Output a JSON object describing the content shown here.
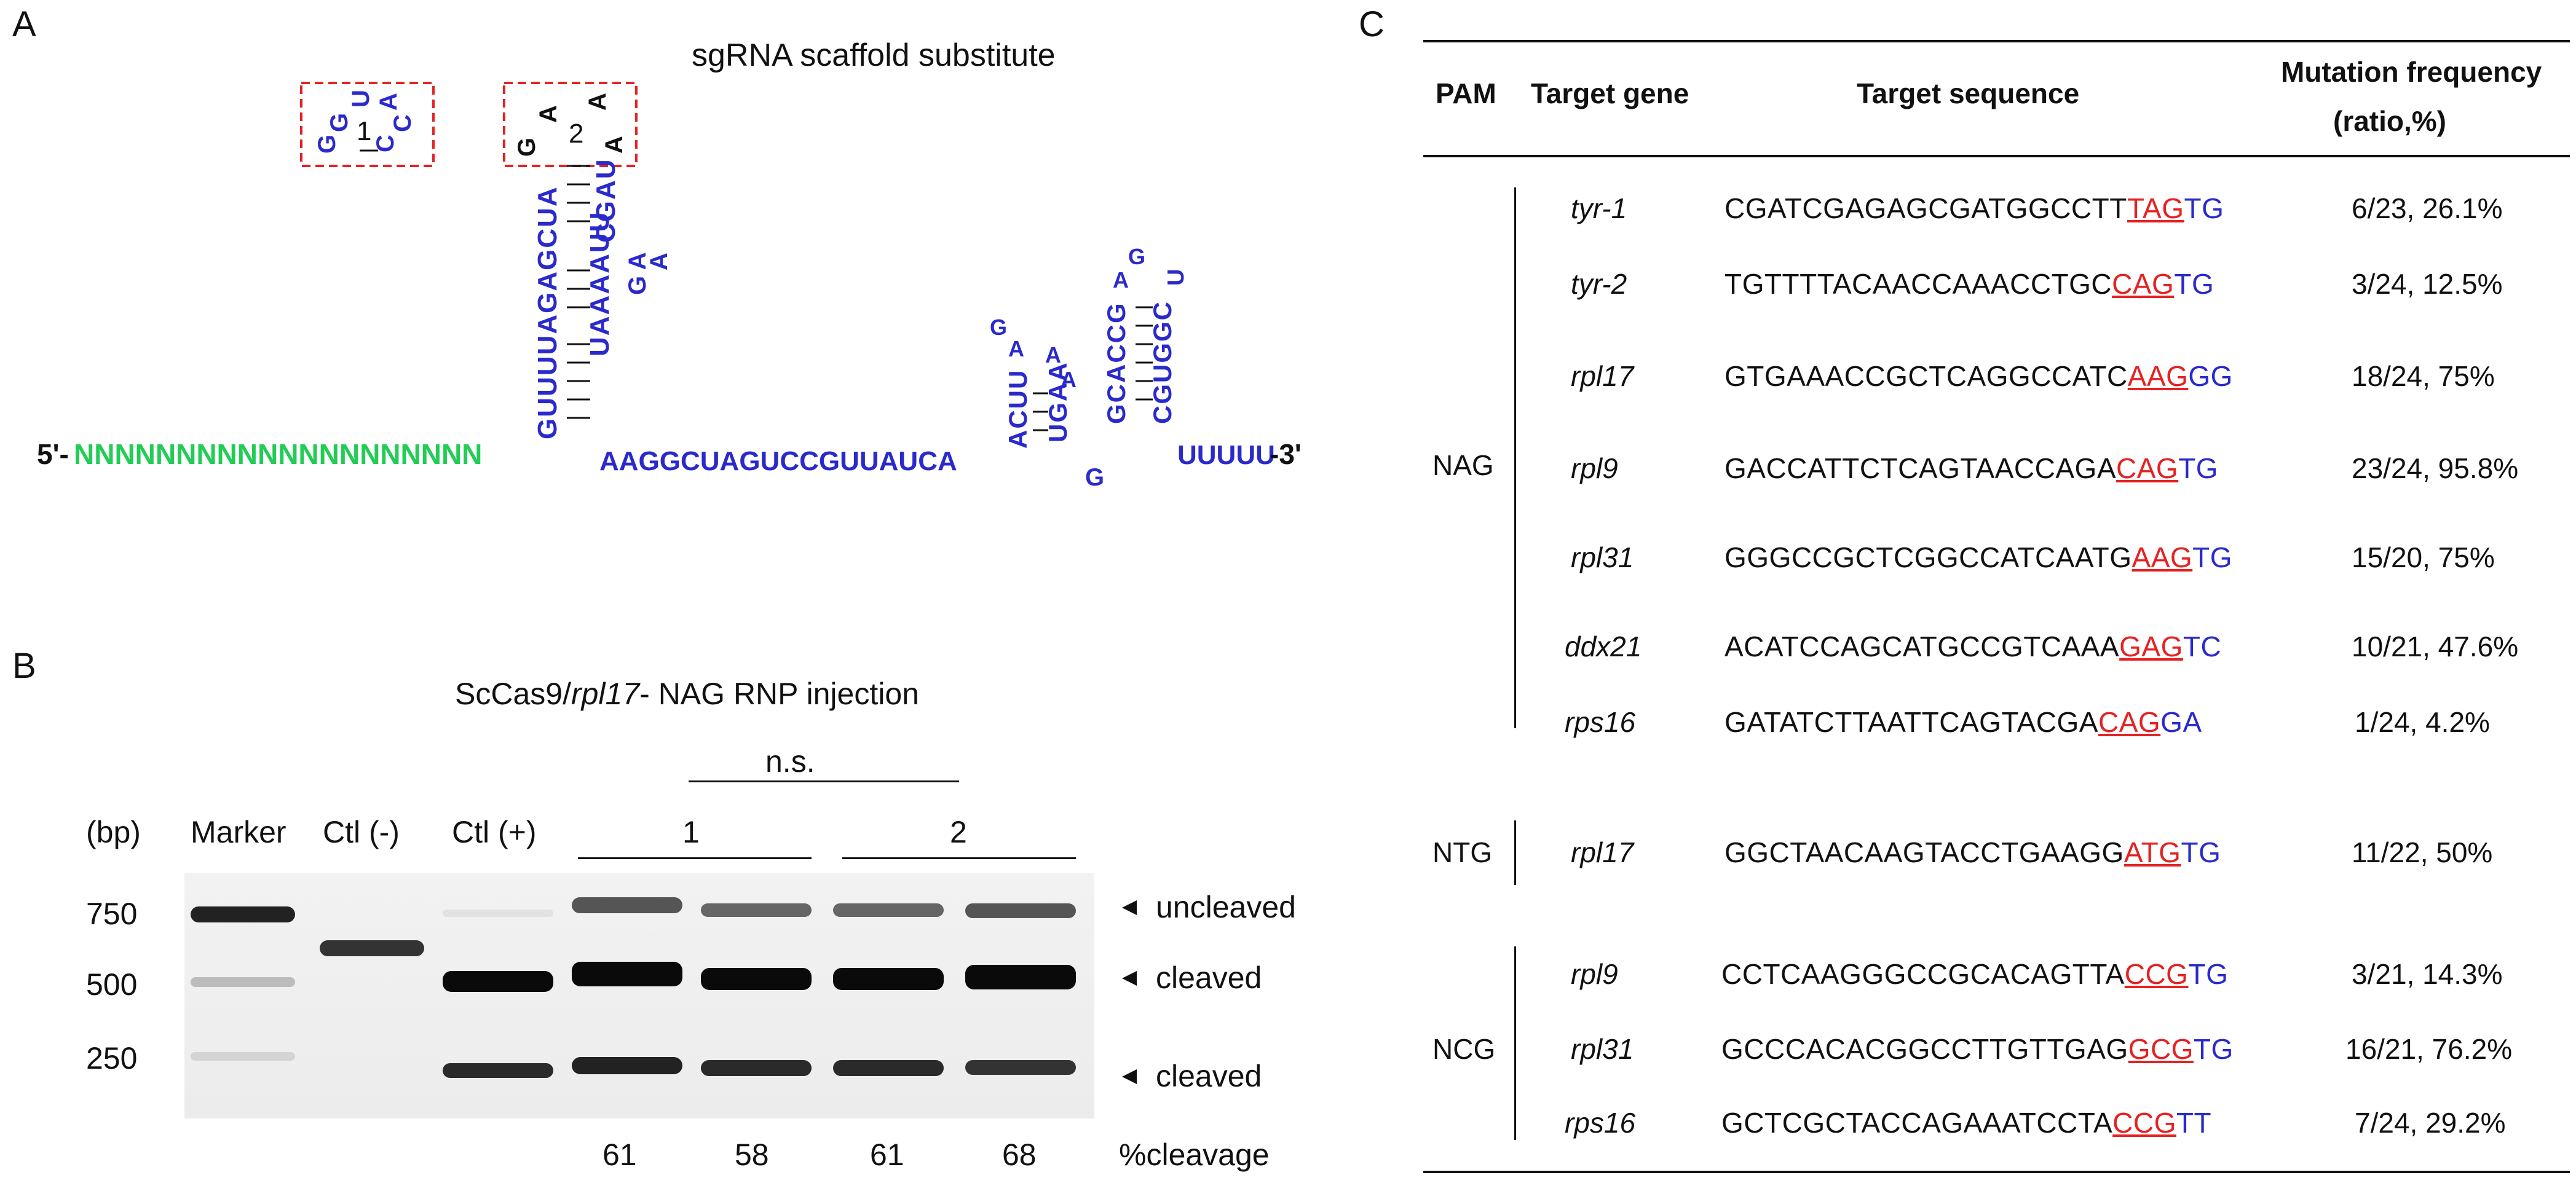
{
  "panels": {
    "a": "A",
    "b": "B",
    "c": "C"
  },
  "panel_a": {
    "title": "sgRNA scaffold substitute",
    "five_prime": "5'-",
    "spacer": "NNNNNNNNNNNNNNNNNNNN",
    "linker": "AAGGCUAGUCCGUUAUCA",
    "tail": "UUUUU",
    "three_prime": "-3'",
    "box1_label": "1",
    "box2_label": "2",
    "colors": {
      "spacer": "#22cc55",
      "rna": "#2a2acc",
      "box": "#e52222",
      "text": "#111111"
    }
  },
  "panel_b": {
    "title_prefix": "ScCas9/",
    "title_gene": "rpl17",
    "title_suffix": "- NAG RNP  injection",
    "ns_label": "n.s.",
    "bp_label": "(bp)",
    "lanes": [
      "Marker",
      "Ctl (-)",
      "Ctl (+)"
    ],
    "groups": [
      "1",
      "2"
    ],
    "size_ticks": [
      "750",
      "500",
      "250"
    ],
    "band_labels": [
      "uncleaved",
      "cleaved",
      "cleaved"
    ],
    "cleavage_values": [
      "61",
      "58",
      "61",
      "68"
    ],
    "cleavage_label": "%cleavage"
  },
  "panel_c": {
    "headers": {
      "pam": "PAM",
      "gene": "Target gene",
      "sequence": "Target sequence",
      "freq_line1": "Mutation frequency",
      "freq_line2": "(ratio,%)"
    },
    "groups": [
      "NAG",
      "NTG",
      "NCG"
    ],
    "rows": [
      {
        "gene": "tyr-1",
        "seq": "CGATCGAGAGCGATGGCCTT",
        "pam": "TAG",
        "tail": "TG",
        "freq": "6/23, 26.1%"
      },
      {
        "gene": "tyr-2",
        "seq": "TGTTTTACAACCAAACCTGC",
        "pam": "CAG",
        "tail": "TG",
        "freq": "3/24, 12.5%"
      },
      {
        "gene": "rpl17",
        "seq": "GTGAAACCGCTCAGGCCATC",
        "pam": "AAG",
        "tail": "GG",
        "freq": "18/24, 75%"
      },
      {
        "gene": "rpl9",
        "seq": "GACCATTCTCAGTAACCAGA",
        "pam": "CAG",
        "tail": "TG",
        "freq": "23/24, 95.8%"
      },
      {
        "gene": "rpl31",
        "seq": "GGGCCGCTCGGCCATCAATG",
        "pam": "AAG",
        "tail": "TG",
        "freq": "15/20, 75%"
      },
      {
        "gene": "ddx21",
        "seq": "ACATCCAGCATGCCGTCAAA",
        "pam": "GAG",
        "tail": "TC",
        "freq": "10/21, 47.6%"
      },
      {
        "gene": "rps16",
        "seq": "GATATCTTAATTCAGTACGA",
        "pam": "CAG",
        "tail": "GA",
        "freq": "1/24, 4.2%"
      },
      {
        "gene": "rpl17",
        "seq": "GGCTAACAAGTACCTGAAGG",
        "pam": "ATG",
        "tail": "TG",
        "freq": "11/22, 50%"
      },
      {
        "gene": "rpl9",
        "seq": "CCTCAAGGGCCGCACAGTTA",
        "pam": "CCG",
        "tail": "TG",
        "freq": "3/21, 14.3%"
      },
      {
        "gene": "rpl31",
        "seq": "GCCCACACGGCCTTGTTGAG",
        "pam": "GCG",
        "tail": "TG",
        "freq": "16/21, 76.2%"
      },
      {
        "gene": "rps16",
        "seq": "GCTCGCTACCAGAAATCCTA",
        "pam": "CCG",
        "tail": "TT",
        "freq": "7/24, 29.2%"
      }
    ]
  }
}
